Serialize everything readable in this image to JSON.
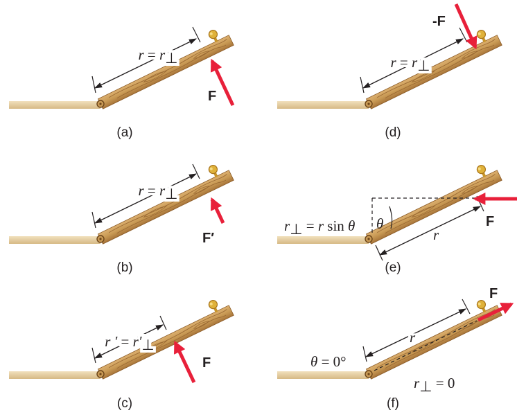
{
  "colors": {
    "force": "#e8203a",
    "board": "#c99a55",
    "board_dark": "#8a5a26",
    "floor": "#e6cfa1",
    "knob": "#e0b23a",
    "line": "#231f20"
  },
  "panels": [
    {
      "id": "a",
      "caption": "(a)",
      "r_part1": "r",
      "r_part2": "= ",
      "r_part3": "r",
      "r_part4": "⊥",
      "force_label": "F"
    },
    {
      "id": "b",
      "caption": "(b)",
      "r_part1": "r",
      "r_part2": "= ",
      "r_part3": "r",
      "r_part4": "⊥",
      "force_label": "F′"
    },
    {
      "id": "c",
      "caption": "(c)",
      "r_part1": "r ′",
      "r_part2": "= ",
      "r_part3": "r′",
      "r_part4": "⊥",
      "force_label": "F"
    },
    {
      "id": "d",
      "caption": "(d)",
      "r_part1": "r",
      "r_part2": "= ",
      "r_part3": "r",
      "r_part4": "⊥",
      "force_label": "-F"
    },
    {
      "id": "e",
      "caption": "(e)",
      "rperp_1": "r",
      "rperp_2": "⊥",
      "rperp_3": " = ",
      "rperp_4": "r",
      "rperp_5": " sin ",
      "rperp_6": "θ",
      "theta": "θ",
      "r_label": "r",
      "force_label": "F"
    },
    {
      "id": "f",
      "caption": "(f)",
      "theta_1": "θ",
      "theta_2": " = 0°",
      "r_label": "r",
      "rperp_1": "r",
      "rperp_2": "⊥",
      "rperp_3": " = 0",
      "force_label": "F"
    }
  ]
}
